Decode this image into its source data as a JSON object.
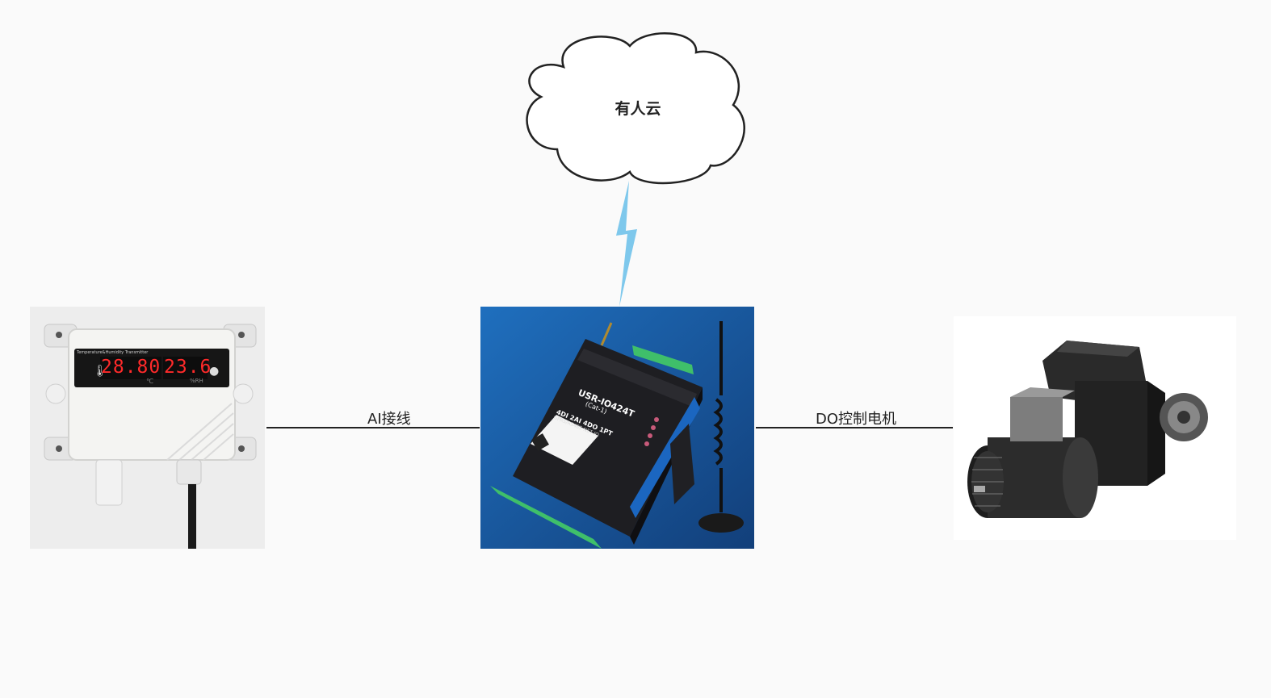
{
  "cloud": {
    "label": "有人云"
  },
  "edges": {
    "left_label": "AI接线",
    "right_label": "DO控制电机"
  },
  "sensor": {
    "temperature": "28.80",
    "humidity": "23.6",
    "title_small": "Temperature&Humidity Transmitter",
    "unit_small": "℃",
    "brand_small": "%RH"
  },
  "gateway": {
    "model": "USR-IO424T",
    "network": "(Cat-1)",
    "spec": "4DI 2AI 4DO 1PT",
    "bus": "GPRS/RS485 NET IO"
  },
  "colors": {
    "lightning": "#7ec8ec",
    "line": "#222222",
    "gateway_bg": "#1a5fa8",
    "lcd_red": "#ff2a2a"
  },
  "icons": {
    "cloud": "cloud-icon",
    "lightning": "lightning-icon",
    "sensor": "sensor-image",
    "gateway": "gateway-image",
    "motor": "motor-image"
  }
}
